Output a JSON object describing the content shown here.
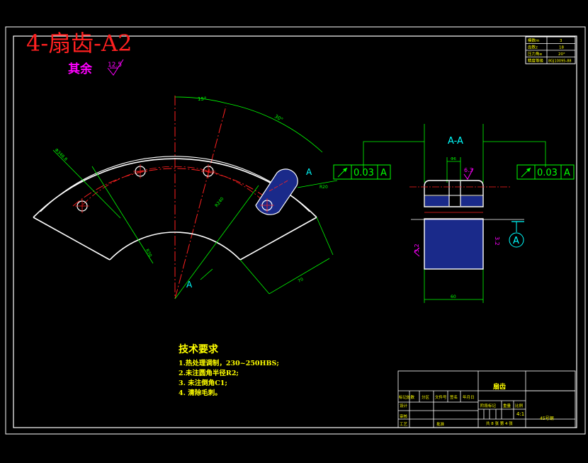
{
  "title": "4-扇齿-A2",
  "roughness_other": {
    "label": "其余",
    "value": "12.5"
  },
  "param_table": [
    {
      "name": "模数m",
      "value": "3"
    },
    {
      "name": "齿数z",
      "value": "18"
    },
    {
      "name": "压力角α",
      "value": "20°"
    },
    {
      "name": "精度等级",
      "value": "8GJ10095-88"
    }
  ],
  "dimensions": {
    "angle_top": "15°",
    "angle_right": "30°",
    "dia_left": "Φ348.8",
    "r_inner": "R70",
    "r_mid": "R240",
    "r_right": "R20",
    "width_right": "70",
    "section_width": "60",
    "hub_slot": "Φ6",
    "section_rough_top": "6.3",
    "section_rough_left": "3.2",
    "section_rough_right": "3.2"
  },
  "section_label": "A-A",
  "section_mark": "A",
  "datum_label": "A",
  "tolerance_frames": [
    {
      "value": "0.03",
      "datum": "A"
    },
    {
      "value": "0.03",
      "datum": "A"
    }
  ],
  "tech_requirements": {
    "heading": "技术要求",
    "items": [
      "1.热处理调制，230~250HBS;",
      "2.未注圆角半径R2;",
      "3. 未注倒角C1;",
      "4. 清除毛刺。"
    ]
  },
  "title_block": {
    "part_name": "扇齿",
    "material": "45号钢",
    "scale": "4:1",
    "sheet_info": "共 8 张 第 4 张",
    "labels": [
      "标记处数",
      "分区",
      "文件号",
      "签名",
      "年月日",
      "设计",
      "审核",
      "工艺",
      "批准",
      "阶段标记",
      "重量",
      "比例"
    ]
  },
  "colors": {
    "outline": "#ffffff",
    "dimension": "#00ff00",
    "center": "#ff0000",
    "text": "#ffff00",
    "title": "#ff2020",
    "magenta": "#ff00ff",
    "cyan": "#00ffff",
    "hatch": "#1a2a8a"
  }
}
